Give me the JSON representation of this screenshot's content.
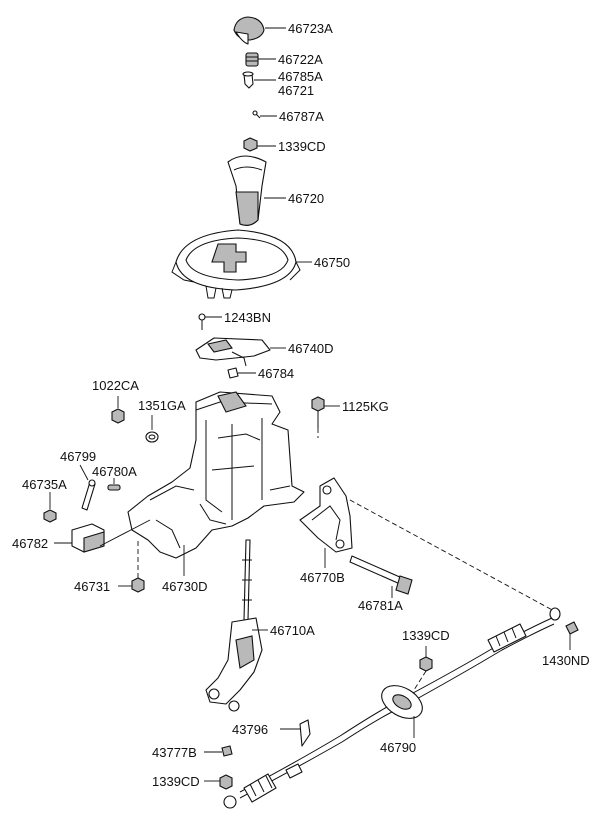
{
  "diagram": {
    "colors": {
      "line": "#111111",
      "shade": "#b9b9b9",
      "background": "#ffffff"
    },
    "labels": {
      "p46723A": "46723A",
      "p46722A": "46722A",
      "p46785A": "46785A",
      "p46721": "46721",
      "p46787A": "46787A",
      "p1339CD_top": "1339CD",
      "p46720": "46720",
      "p46750": "46750",
      "p1243BN": "1243BN",
      "p46740D": "46740D",
      "p46784": "46784",
      "p1022CA": "1022CA",
      "p1351GA": "1351GA",
      "p1125KG": "1125KG",
      "p46799": "46799",
      "p46780A": "46780A",
      "p46735A": "46735A",
      "p46782": "46782",
      "p46731": "46731",
      "p46730D": "46730D",
      "p46770B": "46770B",
      "p46781A": "46781A",
      "p46710A": "46710A",
      "p1339CD_mid": "1339CD",
      "p1430ND": "1430ND",
      "p43796": "43796",
      "p46790": "46790",
      "p43777B": "43777B",
      "p1339CD_bottom": "1339CD"
    }
  }
}
